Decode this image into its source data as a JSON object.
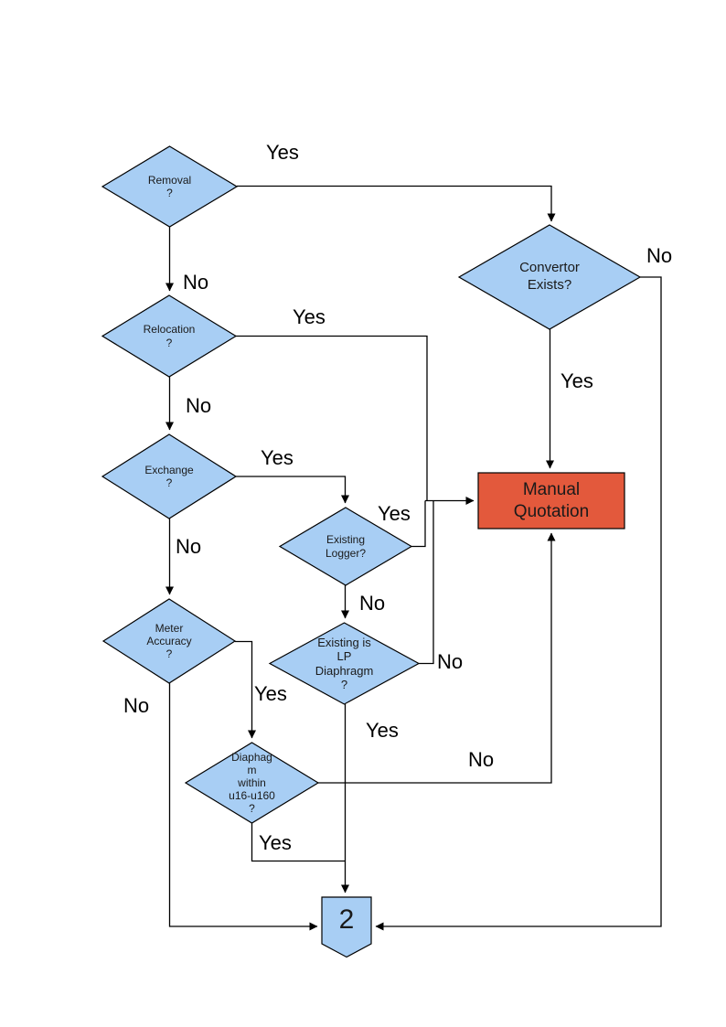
{
  "colors": {
    "decision_fill": "#A8CEF4",
    "process_fill": "#E3593C",
    "connector_fill": "#A8CEF4",
    "line": "#000000"
  },
  "nodes": {
    "removal": {
      "type": "decision",
      "label": "Removal\n?"
    },
    "relocation": {
      "type": "decision",
      "label": "Relocation\n?"
    },
    "exchange": {
      "type": "decision",
      "label": "Exchange\n?"
    },
    "meter_accuracy": {
      "type": "decision",
      "label": "Meter\nAccuracy\n?"
    },
    "convertor_exists": {
      "type": "decision",
      "label": "Convertor\nExists?"
    },
    "existing_logger": {
      "type": "decision",
      "label": "Existing\nLogger?"
    },
    "existing_lp_diaphragm": {
      "type": "decision",
      "label": "Existing is\nLP\nDiaphragm\n?"
    },
    "diaphragm_within_range": {
      "type": "decision",
      "label": "Diaphag\nm\nwithin\nu16-u160\n?"
    },
    "manual_quotation": {
      "type": "process",
      "label": "Manual\nQuotation"
    },
    "offpage_connector": {
      "type": "offpage-connector",
      "label": "2"
    }
  },
  "edges": {
    "removal_yes": {
      "from": "removal",
      "to": "convertor_exists",
      "label": "Yes"
    },
    "removal_no": {
      "from": "removal",
      "to": "relocation",
      "label": "No"
    },
    "relocation_yes": {
      "from": "relocation",
      "to": "manual_quotation",
      "label": "Yes"
    },
    "relocation_no": {
      "from": "relocation",
      "to": "exchange",
      "label": "No"
    },
    "exchange_yes": {
      "from": "exchange",
      "to": "existing_logger",
      "label": "Yes"
    },
    "exchange_no": {
      "from": "exchange",
      "to": "meter_accuracy",
      "label": "No"
    },
    "meter_yes": {
      "from": "meter_accuracy",
      "to": "diaphragm_within_range",
      "label": "Yes"
    },
    "meter_no": {
      "from": "meter_accuracy",
      "to": "offpage_connector",
      "label": "No"
    },
    "convertor_yes": {
      "from": "convertor_exists",
      "to": "manual_quotation",
      "label": "Yes"
    },
    "convertor_no": {
      "from": "convertor_exists",
      "to": "offpage_connector",
      "label": "No"
    },
    "logger_yes": {
      "from": "existing_logger",
      "to": "manual_quotation",
      "label": "Yes"
    },
    "logger_no": {
      "from": "existing_logger",
      "to": "existing_lp_diaphragm",
      "label": "No"
    },
    "lp_yes": {
      "from": "existing_lp_diaphragm",
      "to": "offpage_connector",
      "label": "Yes"
    },
    "lp_no": {
      "from": "existing_lp_diaphragm",
      "to": "manual_quotation",
      "label": "No"
    },
    "diaphragm_yes": {
      "from": "diaphragm_within_range",
      "to": "offpage_connector",
      "label": "Yes"
    },
    "diaphragm_no": {
      "from": "diaphragm_within_range",
      "to": "manual_quotation",
      "label": "No"
    }
  }
}
